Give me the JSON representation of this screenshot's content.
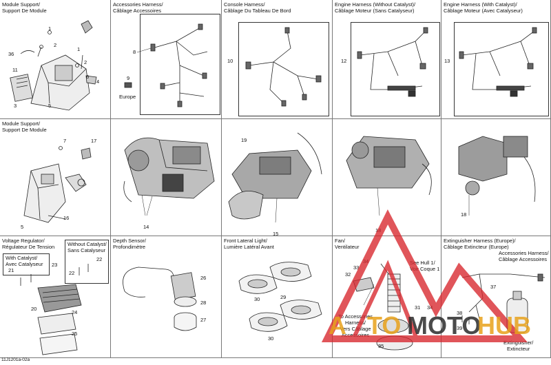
{
  "cells": [
    {
      "id": "module-support-top",
      "title": "Module Support/\nSupport De Module",
      "callouts": [
        "36",
        "1",
        "2",
        "1",
        "2",
        "11",
        "6",
        "4",
        "3",
        "5"
      ]
    },
    {
      "id": "accessories-harness",
      "title": "Accessories Harness/\nCâblage Accessoires",
      "callouts": [
        "8",
        "9"
      ],
      "caption": "Europe"
    },
    {
      "id": "console-harness",
      "title": "Console Harness/\nCâblage Du Tableau De Bord",
      "callouts": [
        "10"
      ]
    },
    {
      "id": "engine-harness-no-cat",
      "title": "Engine Harness (Without Catalyst)/\nCâblage Moteur (Sans Catalyseur)",
      "callouts": [
        "12"
      ]
    },
    {
      "id": "engine-harness-cat",
      "title": "Engine Harness (With Catalyst)/\nCâblage Moteur (Avec Catalyseur)",
      "callouts": [
        "13"
      ]
    },
    {
      "id": "module-support-mid",
      "title": "Module Support/\nSupport De Module",
      "callouts": [
        "7",
        "17",
        "5",
        "16"
      ]
    },
    {
      "id": "engine-view-1",
      "title": "",
      "callouts": [
        "14"
      ]
    },
    {
      "id": "engine-view-2",
      "title": "",
      "callouts": [
        "19",
        "15"
      ]
    },
    {
      "id": "engine-view-3",
      "title": "",
      "callouts": [
        "18"
      ]
    },
    {
      "id": "engine-view-4",
      "title": "",
      "callouts": [
        "18"
      ]
    },
    {
      "id": "voltage-regulator",
      "title": "Voltage Regulator/\nRégulateur De Tension",
      "subcaptions": [
        "With Catalyst/\nAvec Catalyseur",
        "Without Catalyst/\nSans Catalyseur"
      ],
      "callouts": [
        "21",
        "23",
        "22",
        "22",
        "20",
        "24",
        "25"
      ]
    },
    {
      "id": "depth-sensor",
      "title": "Depth Sensor/\nProfondimètre",
      "callouts": [
        "26",
        "28",
        "27"
      ]
    },
    {
      "id": "front-lateral-light",
      "title": "Front Lateral Light/\nLumière Latéral Avant",
      "callouts": [
        "30",
        "29",
        "30"
      ]
    },
    {
      "id": "fan",
      "title": "Fan/\nVentilateur",
      "callouts": [
        "34",
        "33",
        "32",
        "31",
        "34",
        "35"
      ],
      "notes": [
        "See Hull 1/\nVoir Coque 1",
        "To Accessories\nHarness/\nVers Câblage\nAccessoires"
      ]
    },
    {
      "id": "extinguisher",
      "title": "Extinguisher Harness (Europe)/\nCâblage Extincteur (Europe)",
      "callouts": [
        "37",
        "38",
        "39"
      ],
      "notes": [
        "Accessories Harness/\nCâblage Accessoires",
        "Extinguisher/\nExtincteur"
      ]
    }
  ],
  "diagram_code": "11J1201a-02a",
  "watermark": {
    "word_a": "A",
    "word_b": "TO",
    "word_c": "MOTO",
    "word_d": "HUB",
    "red": "#d8262d",
    "gold": "#e8a21c",
    "dark": "#2b2b2b"
  }
}
